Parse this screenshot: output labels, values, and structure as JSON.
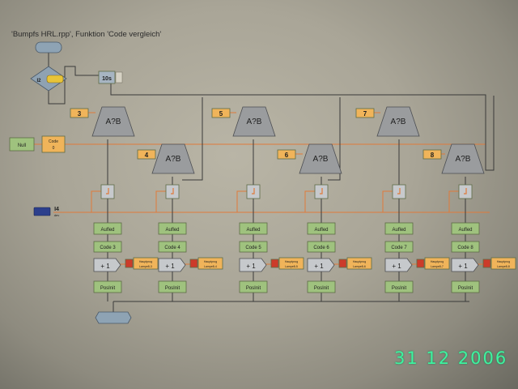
{
  "title": "'Bumpfs HRL.rpp', Funktion 'Code vergleich'",
  "date_stamp": "31 12 2006",
  "colors": {
    "wire_data": "#e07a3a",
    "wire_flow": "#3a3a3a",
    "box_green": "#9fc27e",
    "box_orange": "#f0b45a",
    "comparator": "#9a9c9e",
    "lamp_red": "#cc3b2a"
  },
  "top": {
    "start_label": "",
    "input_label": "I2",
    "wait_label": "10s",
    "null_label": "Null",
    "code_label": "Code",
    "code_sub": "0",
    "i4_label": "I4",
    "i4_sub": "dev",
    "end_label": ""
  },
  "columns": [
    {
      "const": "3",
      "compare": "A?B",
      "set": "Aufled",
      "code": "Code 3",
      "add": "+ 1",
      "lamp": "Hauptprog Lampe8-3",
      "reset": "PosInit"
    },
    {
      "const": "4",
      "compare": "A?B",
      "set": "Aufled",
      "code": "Code 4",
      "add": "+ 1",
      "lamp": "Hauptprog Lampe8-4",
      "reset": "PosInit"
    },
    {
      "const": "5",
      "compare": "A?B",
      "set": "Aufled",
      "code": "Code 5",
      "add": "+ 1",
      "lamp": "Hauptprog Lampe8-5",
      "reset": "PosInit"
    },
    {
      "const": "6",
      "compare": "A?B",
      "set": "Aufled",
      "code": "Code 6",
      "add": "+ 1",
      "lamp": "Hauptprog Lampe8-6",
      "reset": "PosInit"
    },
    {
      "const": "7",
      "compare": "A?B",
      "set": "Aufled",
      "code": "Code 7",
      "add": "+ 1",
      "lamp": "Hauptprog Lampe8-7",
      "reset": "PosInit"
    },
    {
      "const": "8",
      "compare": "A?B",
      "set": "Aufled",
      "code": "Code 8",
      "add": "+ 1",
      "lamp": "Hauptprog Lampe8-8",
      "reset": "PosInit"
    }
  ]
}
